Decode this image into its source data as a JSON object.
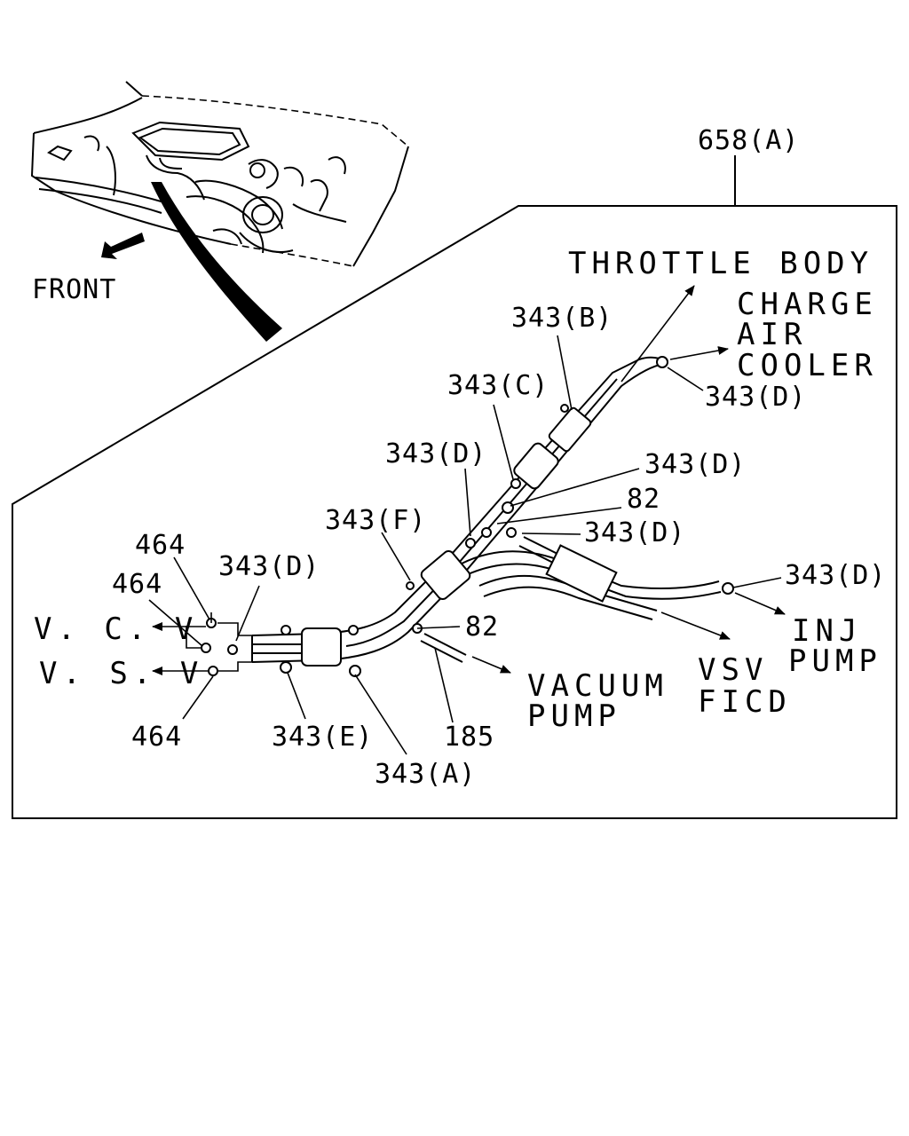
{
  "labels": {
    "front": "FRONT",
    "assembly": "658(A)",
    "throttle_body": "THROTTLE BODY",
    "charge": "CHARGE",
    "air": "AIR",
    "cooler": "COOLER",
    "clamp_b": "343(B)",
    "clamp_c": "343(C)",
    "clamp_d_cooler": "343(D)",
    "clamp_d_upper": "343(D)",
    "clamp_d_right": "343(D)",
    "part_82_upper": "82",
    "clamp_d_mid": "343(D)",
    "clamp_f": "343(F)",
    "clamp_d_left": "343(D)",
    "clamp_d_inj": "343(D)",
    "part_464_a": "464",
    "part_464_b": "464",
    "part_464_c": "464",
    "vcv": "V. C. V",
    "vsv_left": "V. S. V",
    "part_82_lower": "82",
    "inj": "INJ",
    "pump_inj": "PUMP",
    "vsv": "VSV",
    "ficd": "FICD",
    "vacuum": "VACUUM",
    "pump_vac": "PUMP",
    "part_185": "185",
    "clamp_e": "343(E)",
    "clamp_a": "343(A)"
  }
}
